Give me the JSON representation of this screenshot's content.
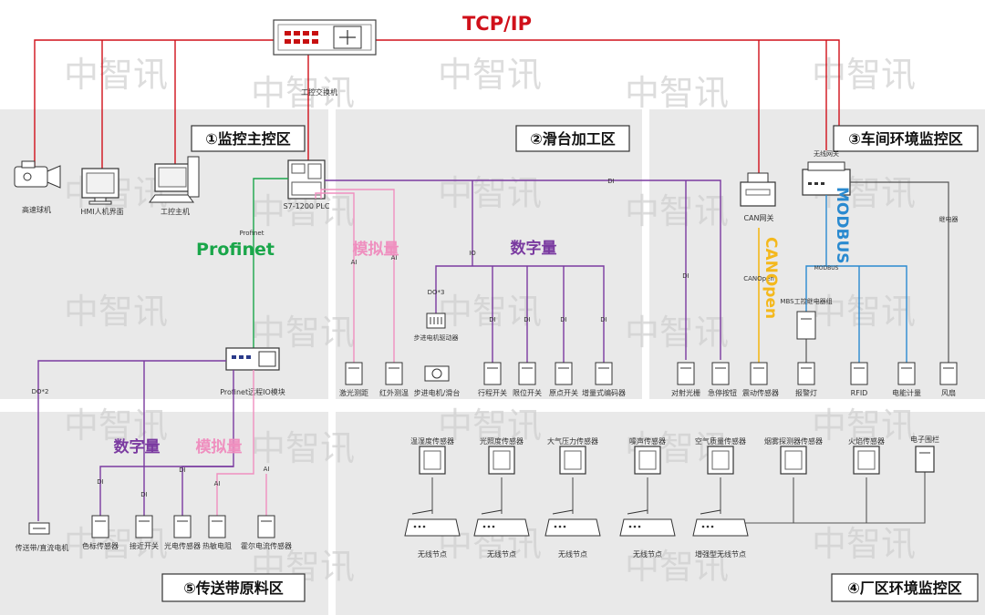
{
  "network": {
    "tcpip": "TCP/IP",
    "switch": "工控交换机",
    "plc": "S7-1200 PLC",
    "profinet_label": "Profinet",
    "profinet_small": "Profinet",
    "remote_io": "Profinet远程IO模块",
    "di": "DI",
    "io": "IO",
    "ai": "AI",
    "do3": "DO*3",
    "do2": "DO*2",
    "modbus": "MODBUS",
    "canopen": "CANOpen",
    "modbus_small": "MODBUS",
    "canopen_small": "CANOpen",
    "huanjing": "继电器"
  },
  "zones": {
    "z1": "①监控主控区",
    "z2": "②滑台加工区",
    "z3": "③车间环境监控区",
    "z4": "④厂区环境监控区",
    "z5": "⑤传送带原料区"
  },
  "zone1": {
    "camera": "高速球机",
    "hmi": "HMI人机界面",
    "pc": "工控主机"
  },
  "zone2": {
    "analog": "模拟量",
    "digital": "数字量",
    "laser": "激光测距",
    "infrared": "红外测温",
    "stepper_drv": "步进电机驱动器",
    "stepper_motor": "步进电机/滑台",
    "travel_sw": "行程开关",
    "limit_sw": "限位开关",
    "origin_sw": "原点开关",
    "encoder": "增量式编码器"
  },
  "zone3": {
    "wireless_gw": "无线网关",
    "can_gw": "CAN网关",
    "mbs_relay": "MBS工控继电器组",
    "curtain": "对射光栅",
    "estop": "急停按钮",
    "vibration": "震动传感器",
    "alarm": "报警灯",
    "rfid": "RFID",
    "meter": "电能计量",
    "fan": "风扇"
  },
  "zone4": {
    "temp_hum": "温湿度传感器",
    "light": "光照度传感器",
    "pressure": "大气压力传感器",
    "noise": "噪声传感器",
    "air": "空气质量传感器",
    "smoke": "烟雾探测器传感器",
    "flame": "火焰传感器",
    "fence": "电子围栏",
    "node": "无线节点",
    "coord": "增强型无线节点"
  },
  "zone5": {
    "digital": "数字量",
    "analog": "模拟量",
    "conveyor": "传送带/直流电机",
    "color": "色标传感器",
    "proximity": "接近开关",
    "photo": "光电传感器",
    "thermo": "热敏电阻",
    "hall": "霍尔电流传感器"
  },
  "watermark": "中智讯",
  "colors": {
    "tcpip": "#d0101a",
    "profinet": "#1aa64a",
    "purple": "#7a3aa0",
    "pink": "#ef8fbf",
    "orange": "#f4b81c",
    "blue": "#2a8ad0",
    "gray": "#555555"
  }
}
